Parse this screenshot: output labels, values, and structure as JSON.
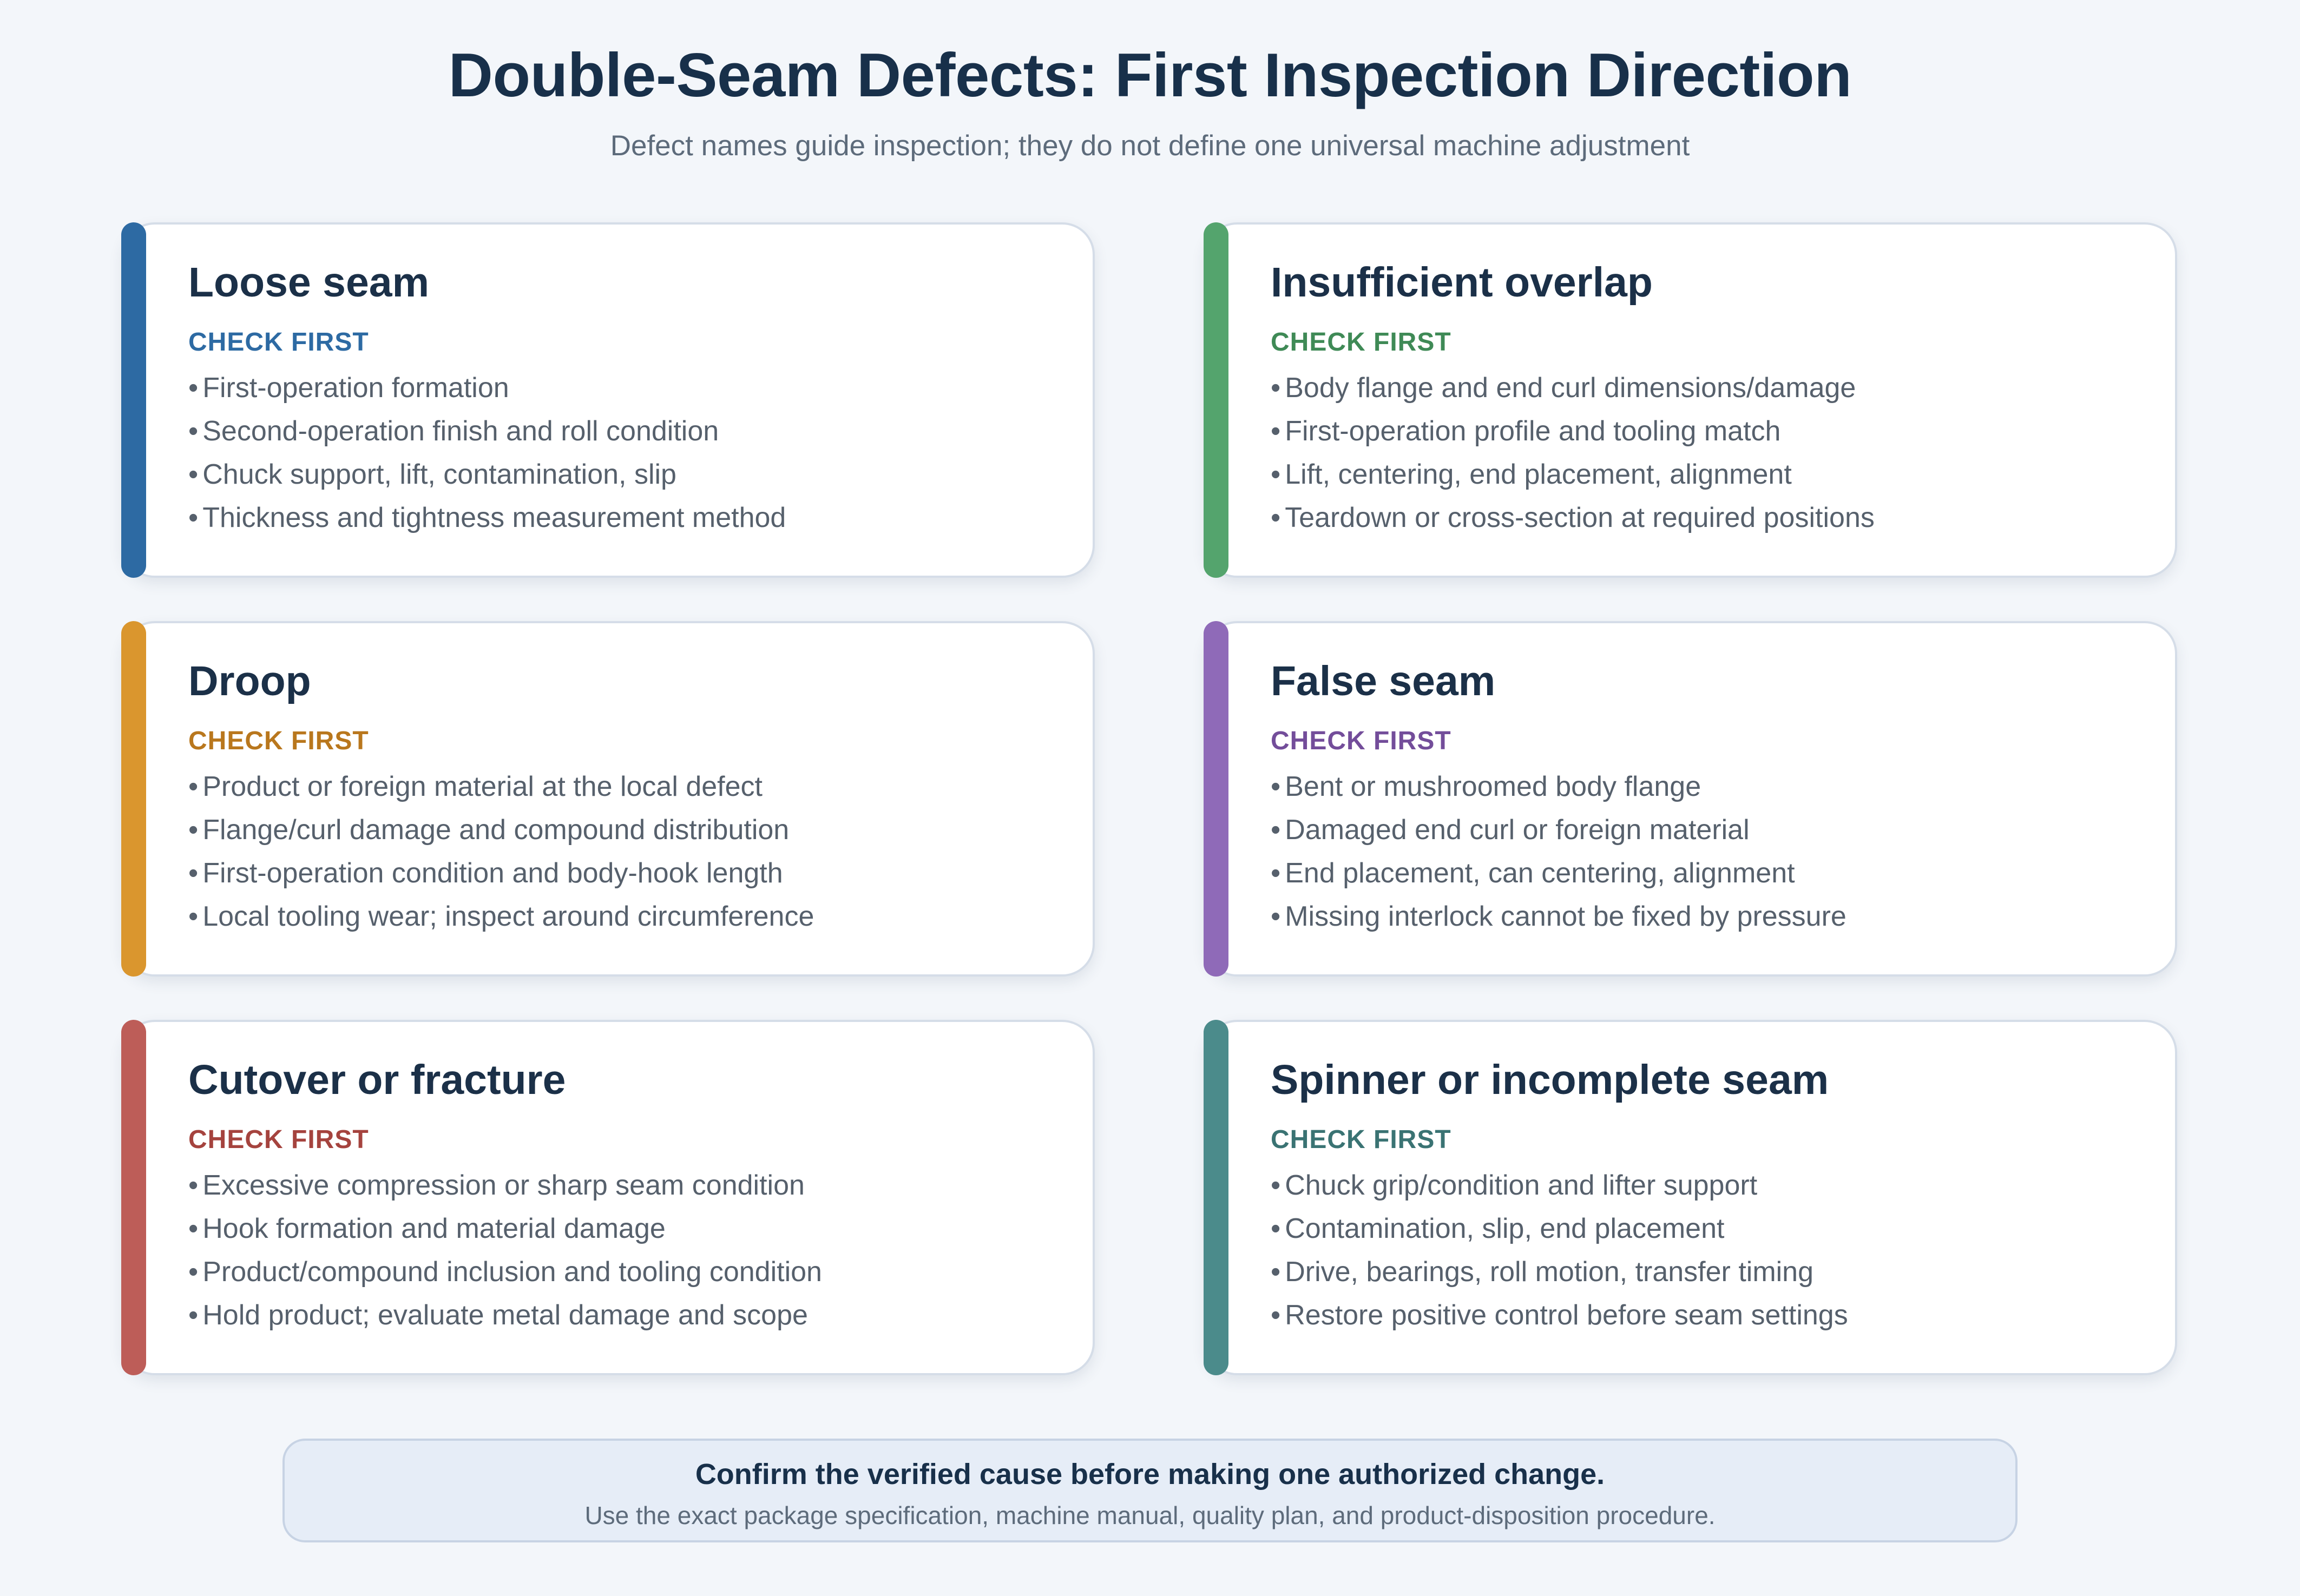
{
  "header": {
    "title": "Double-Seam Defects: First Inspection Direction",
    "subtitle": "Defect names guide inspection; they do not define one universal machine adjustment"
  },
  "cards": [
    {
      "title": "Loose seam",
      "check_label": "CHECK FIRST",
      "color": "#2d6aa3",
      "label_color": "#2d6aa3",
      "items": [
        "First-operation formation",
        "Second-operation finish and roll condition",
        "Chuck support, lift, contamination, slip",
        "Thickness and tightness measurement method"
      ]
    },
    {
      "title": "Insufficient overlap",
      "check_label": "CHECK FIRST",
      "color": "#54a46d",
      "label_color": "#3f8a56",
      "items": [
        "Body flange and end curl dimensions/damage",
        "First-operation profile and tooling match",
        "Lift, centering, end placement, alignment",
        "Teardown or cross-section at required positions"
      ]
    },
    {
      "title": "Droop",
      "check_label": "CHECK FIRST",
      "color": "#da962e",
      "label_color": "#b9771d",
      "items": [
        "Product or foreign material at the local defect",
        "Flange/curl damage and compound distribution",
        "First-operation condition and body-hook length",
        "Local tooling wear; inspect around circumference"
      ]
    },
    {
      "title": "False seam",
      "check_label": "CHECK FIRST",
      "color": "#8f6ab8",
      "label_color": "#734d9a",
      "items": [
        "Bent or mushroomed body flange",
        "Damaged end curl or foreign material",
        "End placement, can centering, alignment",
        "Missing interlock cannot be fixed by pressure"
      ]
    },
    {
      "title": "Cutover or fracture",
      "check_label": "CHECK FIRST",
      "color": "#bd5d58",
      "label_color": "#a5433e",
      "items": [
        "Excessive compression or sharp seam condition",
        "Hook formation and material damage",
        "Product/compound inclusion and tooling condition",
        "Hold product; evaluate metal damage and scope"
      ]
    },
    {
      "title": "Spinner or incomplete seam",
      "check_label": "CHECK FIRST",
      "color": "#4b8b8b",
      "label_color": "#3a7373",
      "items": [
        "Chuck grip/condition and lifter support",
        "Contamination, slip, end placement",
        "Drive, bearings, roll motion, transfer timing",
        "Restore positive control before seam settings"
      ]
    }
  ],
  "footer": {
    "main": "Confirm the verified cause before making one authorized change.",
    "sub": "Use the exact package specification, machine manual, quality plan, and product-disposition procedure."
  }
}
